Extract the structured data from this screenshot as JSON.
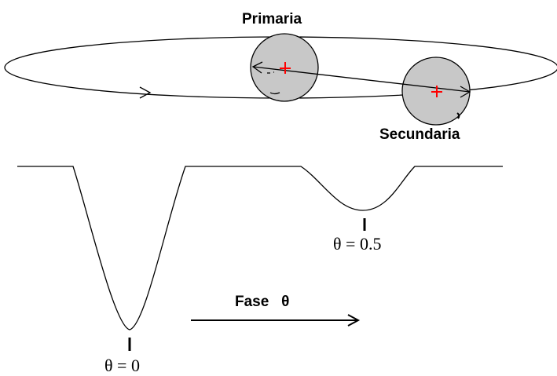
{
  "labels": {
    "primary": "Primaria",
    "secondary": "Secundaria",
    "phase_axis": "Fase   θ",
    "phase_primary": "θ = 0",
    "phase_secondary": "θ = 0.5"
  },
  "colors": {
    "line": "#000000",
    "star_fill": "#c8c8c8",
    "center_mark": "#ff0000"
  }
}
